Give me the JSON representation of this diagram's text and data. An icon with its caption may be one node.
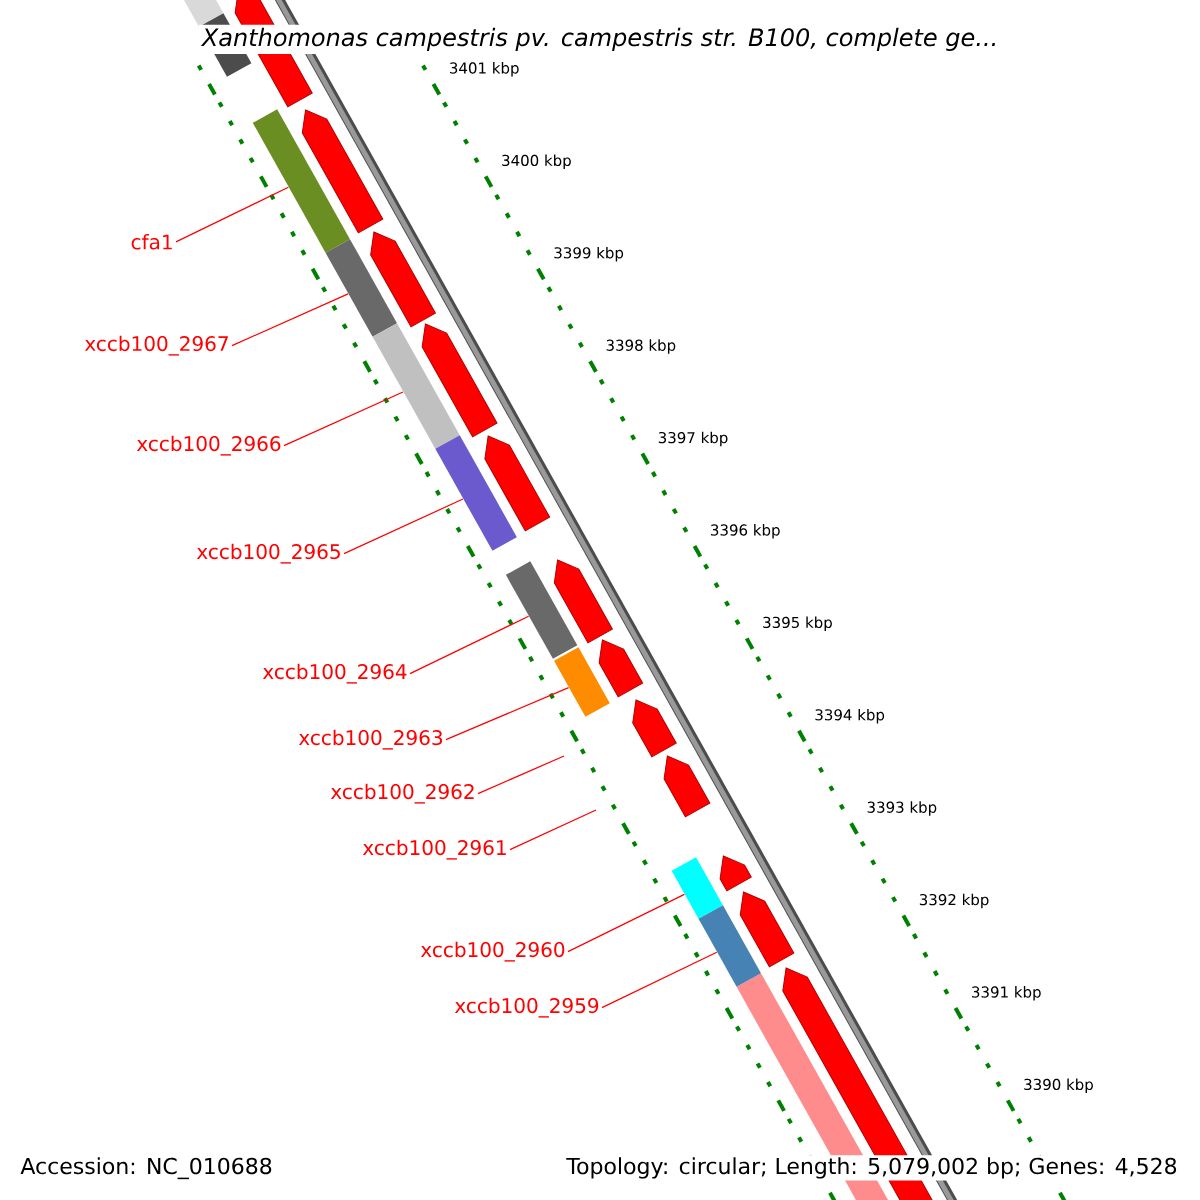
{
  "diagram": {
    "title": "Xanthomonas campestris pv. campestris str. B100, complete ge...",
    "nodes": [
      {
        "text": [
          "cfa1"
        ]
      },
      {
        "text": [
          "xccb100_2967"
        ]
      },
      {
        "text": [
          "xccb100_2966"
        ]
      },
      {
        "text": [
          "xccb100_2965"
        ]
      },
      {
        "text": [
          "xccb100_2964"
        ]
      },
      {
        "text": [
          "xccb100_2963"
        ]
      },
      {
        "text": [
          "xccb100_2962"
        ]
      },
      {
        "text": [
          "xccb100_2961"
        ]
      },
      {
        "text": [
          "xccb100_2960"
        ]
      },
      {
        "text": [
          "xccb100_2959"
        ]
      },
      {
        "text": [],
        "shape": "bar"
      },
      {
        "text": [],
        "shape": "bar"
      },
      {
        "text": [],
        "shape": "bar"
      },
      {
        "text": [],
        "shape": "bar"
      },
      {
        "text": [],
        "shape": "bar"
      },
      {
        "text": [],
        "shape": "bar"
      },
      {
        "text": [],
        "shape": "bar"
      },
      {
        "text": [],
        "shape": "bar"
      }
    ],
    "edges": [
      {
        "from": 0,
        "to": 10,
        "arrow": "none"
      },
      {
        "from": 1,
        "to": 11,
        "arrow": "none"
      },
      {
        "from": 2,
        "to": 12,
        "arrow": "none"
      },
      {
        "from": 3,
        "to": 13,
        "arrow": "none"
      },
      {
        "from": 4,
        "to": 14,
        "arrow": "none"
      },
      {
        "from": 5,
        "to": 15,
        "arrow": "none"
      },
      {
        "from": 6,
        "to": null,
        "arrow": "none"
      },
      {
        "from": 7,
        "to": null,
        "arrow": "none"
      },
      {
        "from": 8,
        "to": 16,
        "arrow": "none"
      },
      {
        "from": 9,
        "to": 17,
        "arrow": "none"
      }
    ],
    "labels": [
      "3401 kbp",
      "3400 kbp",
      "3399 kbp",
      "3398 kbp",
      "3397 kbp",
      "3396 kbp",
      "3395 kbp",
      "3394 kbp",
      "3393 kbp",
      "3392 kbp",
      "3391 kbp",
      "3390 kbp",
      "Accession: NC_010688",
      "Topology: circular; Length: 5,079,002 bp; Genes: 4,528"
    ]
  }
}
